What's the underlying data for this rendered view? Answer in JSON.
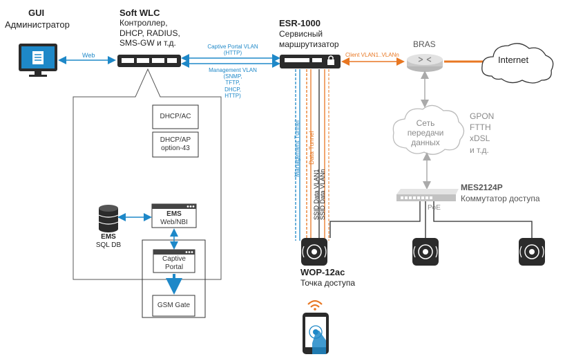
{
  "colors": {
    "blue": "#1e88c8",
    "orange": "#e87722",
    "dark": "#2b2b2b",
    "gray": "#8a8a8a"
  },
  "gui": {
    "title": "GUI",
    "subtitle": "Администратор"
  },
  "wlc": {
    "title": "Soft WLC",
    "line1": "Контроллер,",
    "line2": "DHCP, RADIUS,",
    "line3": "SMS-GW и т.д."
  },
  "esr": {
    "title": "ESR-1000",
    "line1": "Сервисный",
    "line2": "маршрутизатор"
  },
  "bras": {
    "title": "BRAS"
  },
  "internet": {
    "title": "Internet"
  },
  "network": {
    "line1": "Сеть",
    "line2": "передачи",
    "line3": "данных"
  },
  "access_tech": {
    "line1": "GPON",
    "line2": "FTTH",
    "line3": "xDSL",
    "line4": "и т.д."
  },
  "switch": {
    "title": "MES2124P",
    "subtitle": "Коммутатор доступа",
    "poe": "PoE"
  },
  "wop": {
    "title": "WOP-12ac",
    "subtitle": "Точка доступа"
  },
  "links": {
    "web": "Web",
    "captive_line1": "Captive Portal VLAN",
    "captive_line2": "(HTTP)",
    "mgmt_line1": "Management VLAN",
    "mgmt_line2": "(SNMP,",
    "mgmt_line3": "TFTP,",
    "mgmt_line4": "DHCP,",
    "mgmt_line5": "HTTP)",
    "client_vlan": "Client VLAN1..VLANn"
  },
  "tunnels": {
    "management": "Management Tunnel",
    "data": "Data Tunnel",
    "ssid1": "SSID Data VLAN1",
    "ssidn": "SSID Data VLANn"
  },
  "modules": {
    "dhcp_ac": "DHCP/AC",
    "dhcp_ap_line1": "DHCP/AP",
    "dhcp_ap_line2": "option-43",
    "ems_line1": "EMS",
    "ems_line2": "Web/NBI",
    "ems_db_line1": "EMS",
    "ems_db_line2": "SQL DB",
    "captive_line1": "Captive",
    "captive_line2": "Portal",
    "gsm": "GSM Gate"
  }
}
